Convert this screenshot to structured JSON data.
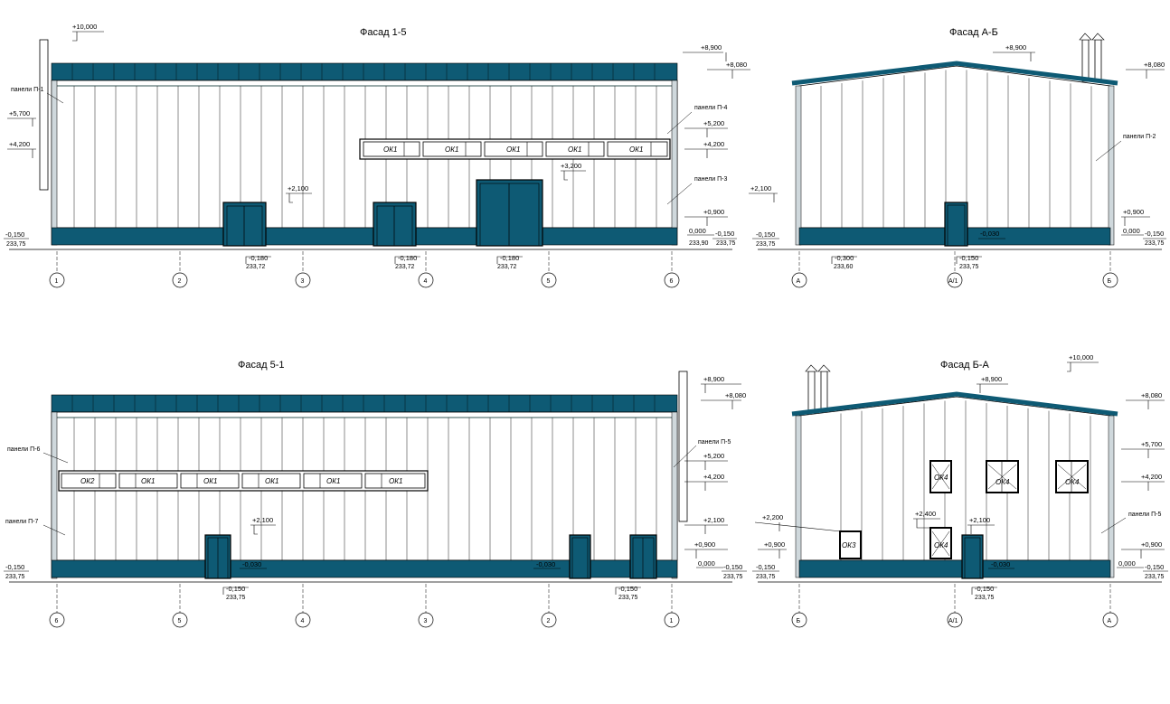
{
  "titles": {
    "f15": "Фасад 1-5",
    "fab": "Фасад А-Б",
    "f51": "Фасад 5-1",
    "fba": "Фасад Б-А"
  },
  "levels": {
    "p10000": "+10,000",
    "p8900": "+8,900",
    "p8080": "+8,080",
    "p5700": "+5,700",
    "p5200": "+5,200",
    "p4200": "+4,200",
    "p3200": "+3,200",
    "p2400": "+2,400",
    "p2200": "+2,200",
    "p2100": "+2,100",
    "p0900": "+0,900",
    "z0000": "0,000",
    "m0030": "-0,030",
    "m0150": "-0,150",
    "m0180": "-0,180",
    "m0300": "-0,300",
    "a23375": "233,75",
    "a23372": "233,72",
    "a23390": "233,90",
    "a23360": "233,60"
  },
  "panels": {
    "p1": "панели П-1",
    "p2": "панели П-2",
    "p3": "панели П-3",
    "p4": "панели П-4",
    "p5": "панели П-5",
    "p6": "панели П-6",
    "p7": "панели П-7"
  },
  "windows": {
    "ok1": "ОК1",
    "ok2": "ОК2",
    "ok3": "ОК3",
    "ok4": "ОК4"
  },
  "axes": {
    "a1": "1",
    "a2": "2",
    "a3": "3",
    "a4": "4",
    "a5": "5",
    "a6": "6",
    "aA": "А",
    "aB": "Б",
    "aA1": "А/1"
  },
  "colors": {
    "cladding_accent": "#0e5a74",
    "lines": "#000000",
    "background": "#ffffff"
  }
}
